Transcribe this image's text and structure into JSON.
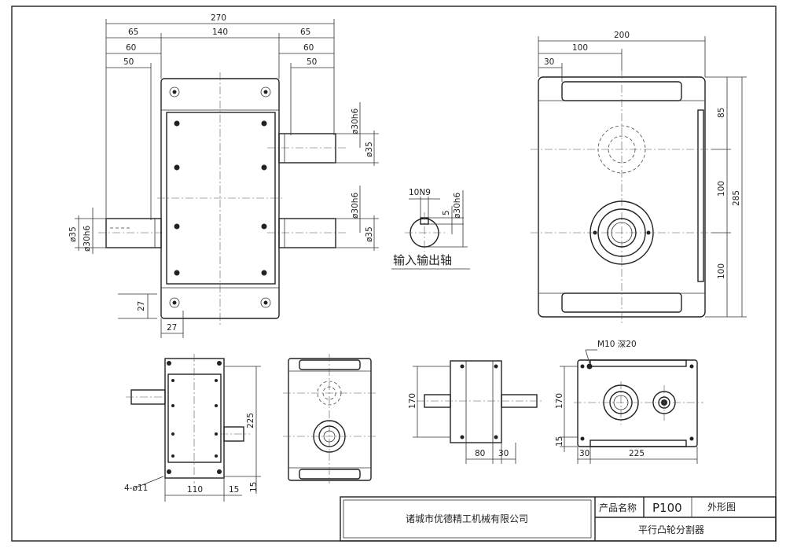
{
  "top_view": {
    "dims": {
      "overall": "270",
      "left_offset": "65",
      "center": "140",
      "right_offset": "65",
      "left_60": "60",
      "left_50": "50",
      "right_60": "60",
      "right_50": "50",
      "foot_height": "27",
      "foot_width": "27"
    },
    "shaft_labels": {
      "shaft_h6_upper": "ø30h6",
      "shaft_dia_upper": "ø35",
      "shaft_h6_lower": "ø30h6",
      "shaft_dia_lower": "ø35",
      "left_dia": "ø35",
      "left_h6": "ø30h6"
    }
  },
  "shaft_detail": {
    "key_width": "10N9",
    "key_depth": "5",
    "shaft_h6": "ø30h6",
    "caption": "输入输出轴"
  },
  "side_view": {
    "width": "200",
    "half": "100",
    "offset": "30",
    "upper": "85",
    "middle": "100",
    "lower": "100",
    "height": "285"
  },
  "bottom_left": {
    "holes": "4-ø11",
    "width": "110",
    "offset": "15",
    "height": "225",
    "foot": "15"
  },
  "bottom_mid_right": {
    "height": "170",
    "w80": "80",
    "w30": "30"
  },
  "bottom_right": {
    "thread": "M10 深20",
    "height": "170",
    "foot": "15",
    "offset": "30",
    "width": "225"
  },
  "title_block": {
    "company": "诸城市优德精工机械有限公司",
    "product_label": "产品名称",
    "product_code": "P100",
    "drawing_type": "外形图",
    "product_name": "平行凸轮分割器"
  }
}
